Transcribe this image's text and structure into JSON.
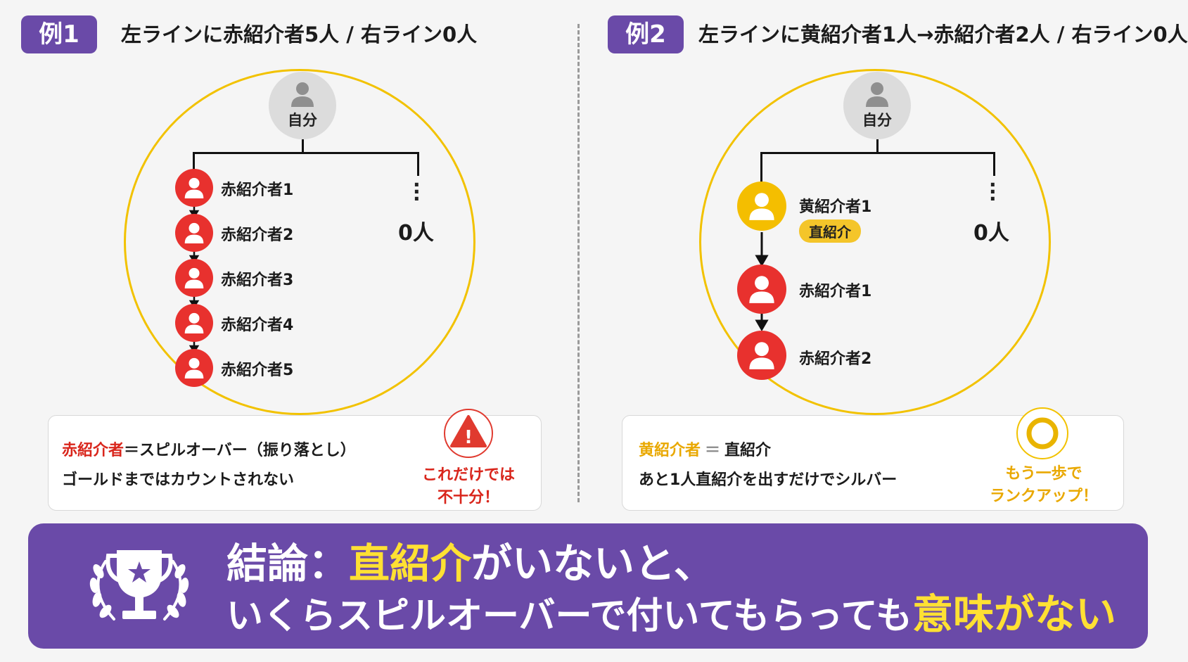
{
  "example1": {
    "badge": "例1",
    "heading": "左ラインに赤紹介者5人 / 右ライン0人",
    "root_label": "自分",
    "right_count": "0人",
    "nodes": [
      "赤紹介者1",
      "赤紹介者2",
      "赤紹介者3",
      "赤紹介者4",
      "赤紹介者5"
    ],
    "note": {
      "term": "赤紹介者",
      "eq": "＝",
      "definition": "スピルオーバー（振り落とし）",
      "line2": "ゴールドまではカウントされない",
      "warning": "これだけでは\n不十分！",
      "warning_icon": "!"
    }
  },
  "example2": {
    "badge": "例2",
    "heading": "左ラインに黄紹介者1人→赤紹介者2人 / 右ライン0人",
    "root_label": "自分",
    "right_count": "0人",
    "yellow_node": "黄紹介者1",
    "yellow_tag": "直紹介",
    "red_nodes": [
      "赤紹介者1",
      "赤紹介者2"
    ],
    "note": {
      "term": "黄紹介者",
      "eq": "＝",
      "definition": "直紹介",
      "line2": "あと1人直紹介を出すだけでシルバー",
      "encourage": "もう一歩で\nランクアップ！"
    }
  },
  "conclusion": {
    "prefix": "結論：",
    "highlight1": "直紹介",
    "rest1": "がいないと、",
    "line2": "いくらスピルオーバーで付いてもらっても",
    "highlight2": "意味がない"
  },
  "colors": {
    "purple": "#6a4aa8",
    "red": "#e8312e",
    "yellow": "#f4be00",
    "highlight": "#ffe033"
  },
  "icons": [
    "person-icon",
    "warning-icon",
    "ring-icon",
    "trophy-icon",
    "star-icon",
    "laurel-icon"
  ]
}
